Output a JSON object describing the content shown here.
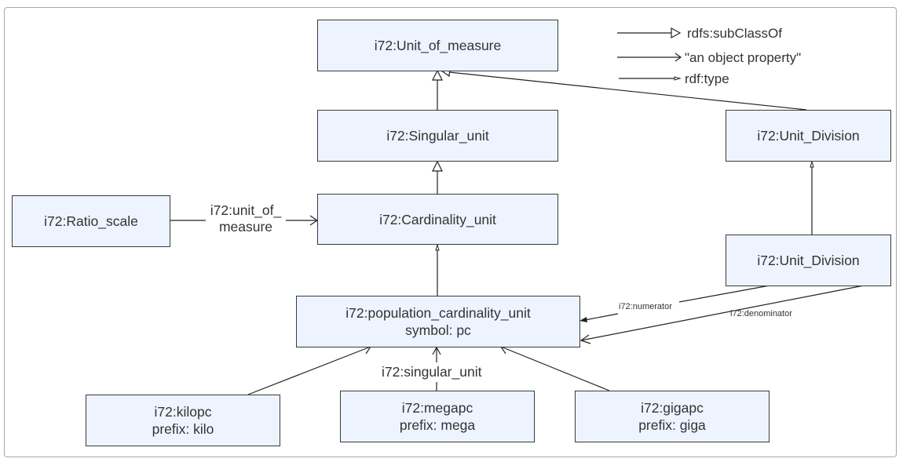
{
  "diagram": {
    "type": "ontology-class-diagram",
    "nodes": [
      {
        "id": "unit_of_measure",
        "label": "i72:Unit_of_measure",
        "sub": ""
      },
      {
        "id": "singular_unit",
        "label": "i72:Singular_unit",
        "sub": ""
      },
      {
        "id": "unit_division_top",
        "label": "i72:Unit_Division",
        "sub": ""
      },
      {
        "id": "ratio_scale",
        "label": "i72:Ratio_scale",
        "sub": ""
      },
      {
        "id": "cardinality_unit",
        "label": "i72:Cardinality_unit",
        "sub": ""
      },
      {
        "id": "unit_division_bottom",
        "label": "i72:Unit_Division",
        "sub": ""
      },
      {
        "id": "population_cardinality_unit",
        "label": "i72:population_cardinality_unit",
        "sub": "symbol: pc"
      },
      {
        "id": "kilopc",
        "label": "i72:kilopc",
        "sub": "prefix: kilo"
      },
      {
        "id": "megapc",
        "label": "i72:megapc",
        "sub": "prefix: mega"
      },
      {
        "id": "gigapc",
        "label": "i72:gigapc",
        "sub": "prefix: giga"
      }
    ],
    "edges": [
      {
        "from": "singular_unit",
        "to": "unit_of_measure",
        "kind": "subClassOf",
        "label": ""
      },
      {
        "from": "unit_division_top",
        "to": "unit_of_measure",
        "kind": "subClassOf",
        "label": ""
      },
      {
        "from": "cardinality_unit",
        "to": "singular_unit",
        "kind": "subClassOf",
        "label": ""
      },
      {
        "from": "ratio_scale",
        "to": "cardinality_unit",
        "kind": "objectProperty",
        "label": "i72:unit_of_measure"
      },
      {
        "from": "population_cardinality_unit",
        "to": "cardinality_unit",
        "kind": "type",
        "label": ""
      },
      {
        "from": "unit_division_bottom",
        "to": "unit_division_top",
        "kind": "type",
        "label": ""
      },
      {
        "from": "unit_division_bottom",
        "to": "population_cardinality_unit",
        "kind": "objectPropertySmall",
        "label": "i72:numerator"
      },
      {
        "from": "unit_division_bottom",
        "to": "population_cardinality_unit",
        "kind": "objectProperty",
        "label": "i72:denominator"
      },
      {
        "from": "kilopc",
        "to": "population_cardinality_unit",
        "kind": "objectProperty",
        "label": ""
      },
      {
        "from": "megapc",
        "to": "population_cardinality_unit",
        "kind": "objectProperty",
        "label": "i72:singular_unit"
      },
      {
        "from": "gigapc",
        "to": "population_cardinality_unit",
        "kind": "objectProperty",
        "label": ""
      }
    ],
    "edge_labels": {
      "unit_of_measure_line1": "i72:unit_of_",
      "unit_of_measure_line2": "measure",
      "numerator": "i72:numerator",
      "denominator": "i72:denominator",
      "singular_unit": "i72:singular_unit"
    },
    "legend": [
      {
        "kind": "subClassOf",
        "label": "rdfs:subClassOf"
      },
      {
        "kind": "objectProperty",
        "label": "\"an object property\""
      },
      {
        "kind": "type",
        "label": "rdf:type"
      }
    ],
    "colors": {
      "node_fill": "#edf4ff",
      "node_border": "#3a3a3a",
      "edge": "#222222",
      "frame": "#a9a9a9"
    }
  }
}
